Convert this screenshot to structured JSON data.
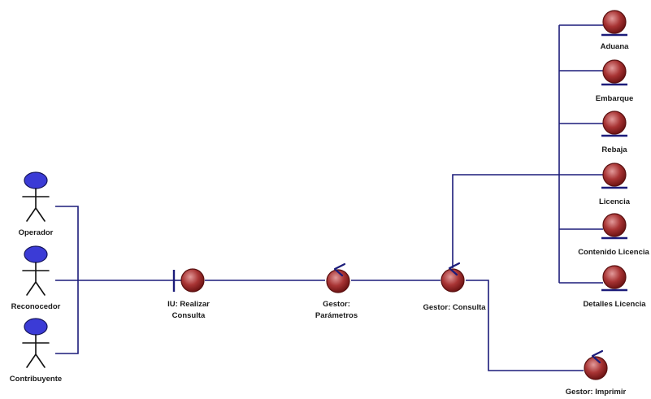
{
  "diagram": {
    "actors": {
      "operador": "Operador",
      "reconocedor": "Reconocedor",
      "contribuyente": "Contribuyente"
    },
    "boundary": {
      "line1": "IU: Realizar",
      "line2": "Consulta"
    },
    "controls": {
      "parametros_line1": "Gestor:",
      "parametros_line2": "Parámetros",
      "consulta": "Gestor: Consulta",
      "imprimir": "Gestor: Imprimir"
    },
    "entities": {
      "aduana": "Aduana",
      "embarque": "Embarque",
      "rebaja": "Rebaja",
      "licencia": "Licencia",
      "contenido_licencia": "Contenido Licencia",
      "detalles_licencia": "Detalles Licencia"
    },
    "colors": {
      "line": "#1c1c7a",
      "actor_head": "#3b3bd6",
      "object_fill": "#a03030"
    }
  }
}
